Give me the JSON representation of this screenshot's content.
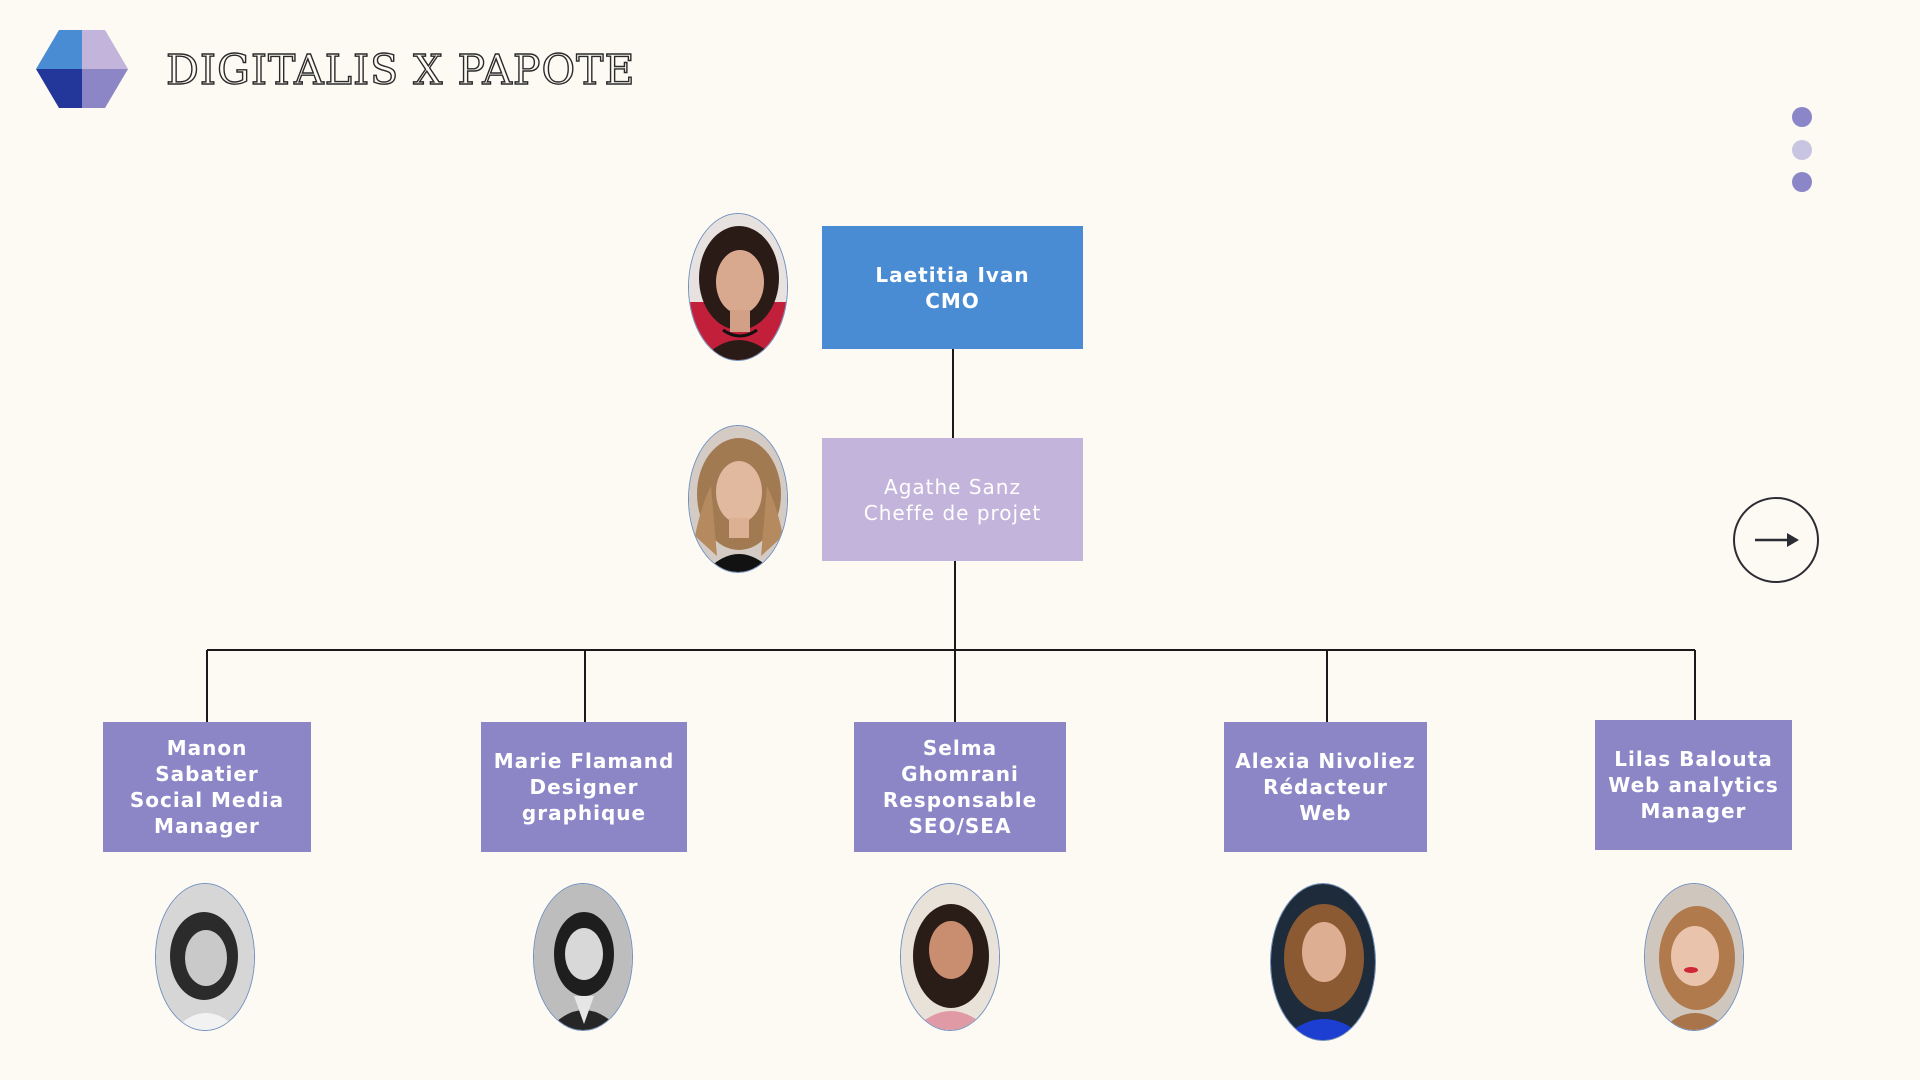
{
  "header": {
    "brand_title": "DIGITALIS X PAPOTE",
    "logo_icon": "hexagon-cube-logo-icon"
  },
  "pagination": {
    "dots": [
      "filled",
      "light",
      "filled"
    ]
  },
  "navigation": {
    "next_icon": "arrow-right-icon"
  },
  "org_chart": {
    "leader": {
      "name": "Laetitia Ivan",
      "role": "CMO",
      "color": "#4a8cd3"
    },
    "manager": {
      "name": "Agathe Sanz",
      "role": "Cheffe de projet",
      "color": "#c3b4db"
    },
    "team_color": "#8c86c7",
    "team": [
      {
        "name": "Manon Sabatier",
        "role_line1": "Social Media",
        "role_line2": "Manager"
      },
      {
        "name": "Marie Flamand",
        "role_line1": "Designer",
        "role_line2": "graphique"
      },
      {
        "name": "Selma Ghomrani",
        "role_line1": "Responsable",
        "role_line2": "SEO/SEA"
      },
      {
        "name": "Alexia Nivoliez",
        "role_line1": "Rédacteur Web",
        "role_line2": ""
      },
      {
        "name": "Lilas Balouta",
        "role_line1": "Web analytics",
        "role_line2": "Manager"
      }
    ]
  },
  "colors": {
    "background": "#fdfaf3",
    "connector": "#1a1a1a",
    "dot_active": "#8b86c8",
    "dot_inactive": "#c8c5e3"
  }
}
